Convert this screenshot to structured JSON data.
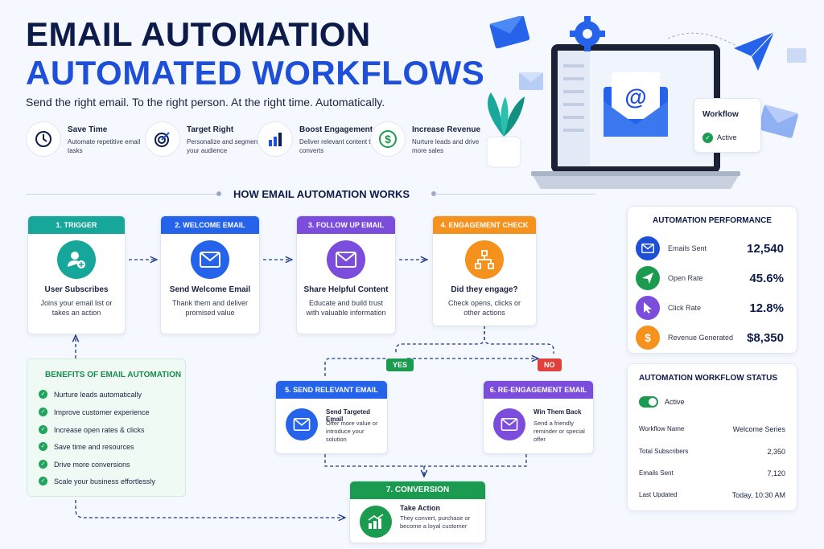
{
  "header": {
    "title_line1": "EMAIL AUTOMATION",
    "title_line2": "AUTOMATED WORKFLOWS",
    "tagline": "Send the right email. To the right person. At the right time. Automatically."
  },
  "features": [
    {
      "title": "Save Time",
      "desc": "Automate repetitive email tasks"
    },
    {
      "title": "Target Right",
      "desc": "Personalize and segment your audience"
    },
    {
      "title": "Boost Engagement",
      "desc": "Deliver relevant content that converts"
    },
    {
      "title": "Increase Revenue",
      "desc": "Nurture leads and drive more sales"
    }
  ],
  "hero": {
    "workflow_label": "Workflow",
    "status": "Active"
  },
  "section_title": "HOW EMAIL AUTOMATION WORKS",
  "steps": [
    {
      "header": "1. TRIGGER",
      "title": "User Subscribes",
      "desc": "Joins your email list or takes an action",
      "color": "#17a69a"
    },
    {
      "header": "2. WELCOME EMAIL",
      "title": "Send Welcome Email",
      "desc": "Thank them and deliver promised value",
      "color": "#2563eb"
    },
    {
      "header": "3. FOLLOW UP EMAIL",
      "title": "Share Helpful Content",
      "desc": "Educate and build trust with valuable information",
      "color": "#7c4ddc"
    },
    {
      "header": "4. ENGAGEMENT CHECK",
      "title": "Did they engage?",
      "desc": "Check opens, clicks or other actions",
      "color": "#f5921e"
    },
    {
      "header": "5. SEND RELEVANT EMAIL",
      "title": "Send Targeted Email",
      "desc": "Offer more value or introduce your solution",
      "color": "#2563eb"
    },
    {
      "header": "6. RE-ENGAGEMENT EMAIL",
      "title": "Win Them Back",
      "desc": "Send a friendly reminder or special offer",
      "color": "#7c4ddc"
    },
    {
      "header": "7. CONVERSION",
      "title": "Take Action",
      "desc": "They convert, purchase or become a loyal customer",
      "color": "#1a9b50"
    }
  ],
  "branches": {
    "yes": "YES",
    "no": "NO"
  },
  "benefits": {
    "title": "BENEFITS OF EMAIL AUTOMATION",
    "items": [
      "Nurture leads automatically",
      "Improve customer experience",
      "Increase open rates & clicks",
      "Save time and resources",
      "Drive more conversions",
      "Scale your business effortlessly"
    ]
  },
  "performance": {
    "title": "AUTOMATION PERFORMANCE",
    "rows": [
      {
        "label": "Emails Sent",
        "value": "12,540",
        "color": "#1d4fd8"
      },
      {
        "label": "Open Rate",
        "value": "45.6%",
        "color": "#1a9b50"
      },
      {
        "label": "Click Rate",
        "value": "12.8%",
        "color": "#7c4ddc"
      },
      {
        "label": "Revenue Generated",
        "value": "$8,350",
        "color": "#f5921e"
      }
    ]
  },
  "workflow_status": {
    "title": "AUTOMATION WORKFLOW STATUS",
    "toggle_label": "Active",
    "rows": [
      {
        "label": "Workflow Name",
        "value": "Welcome Series"
      },
      {
        "label": "Total Subscribers",
        "value": "2,350"
      },
      {
        "label": "Emails Sent",
        "value": "7,120"
      },
      {
        "label": "Last Updated",
        "value": "Today, 10:30 AM"
      }
    ]
  }
}
